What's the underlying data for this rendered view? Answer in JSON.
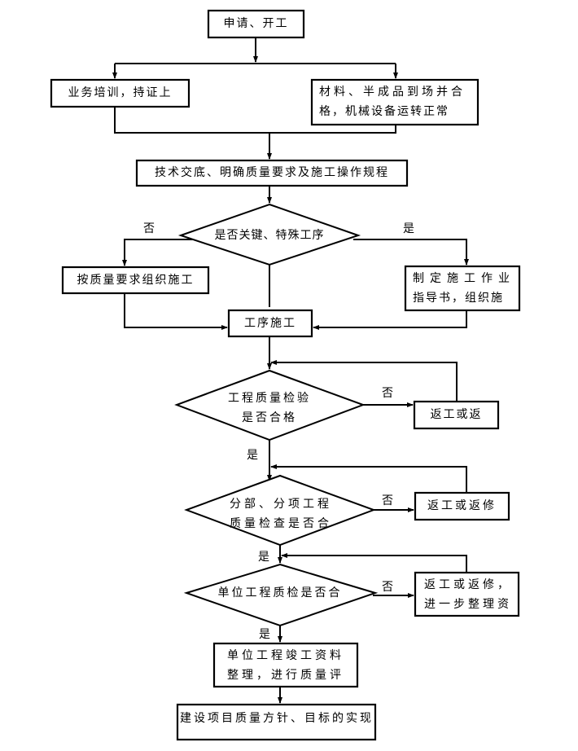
{
  "diagram": {
    "nodes": {
      "start": {
        "lines": [
          "申请、开工"
        ]
      },
      "training": {
        "lines": [
          "业务培训，持证上"
        ]
      },
      "materials": {
        "lines": [
          "材料、半成品到场并合",
          "格，机械设备运转正常"
        ]
      },
      "briefing": {
        "lines": [
          "技术交底、明确质量要求及施工操作规程"
        ]
      },
      "decision_key": {
        "lines": [
          "是否关键、特殊工序"
        ]
      },
      "normal_construction": {
        "lines": [
          "按质量要求组织施工"
        ]
      },
      "work_instruction": {
        "lines": [
          "制定施工作业",
          "指导书，组织施"
        ]
      },
      "process_construction": {
        "lines": [
          "工序施工"
        ]
      },
      "decision_quality": {
        "lines": [
          "工程质量检验",
          "是否合格"
        ]
      },
      "rework1": {
        "lines": [
          "返工或返"
        ]
      },
      "decision_subitem": {
        "lines": [
          "分部、分项工程",
          "质量检查是否合"
        ]
      },
      "rework2": {
        "lines": [
          "返工或返修"
        ]
      },
      "decision_unit": {
        "lines": [
          "单位工程质检是否合"
        ]
      },
      "rework3": {
        "lines": [
          "返工或返修，",
          "进一步整理资"
        ]
      },
      "completion_docs": {
        "lines": [
          "单位工程竣工资料",
          "整理，进行质量评"
        ]
      },
      "goal": {
        "lines": [
          "建设项目质量方针、目标的实现"
        ]
      }
    },
    "edge_labels": {
      "key_no": "否",
      "key_yes": "是",
      "quality_no": "否",
      "quality_yes": "是",
      "subitem_no": "否",
      "subitem_yes": "是",
      "unit_no": "否",
      "unit_yes": "是"
    }
  }
}
